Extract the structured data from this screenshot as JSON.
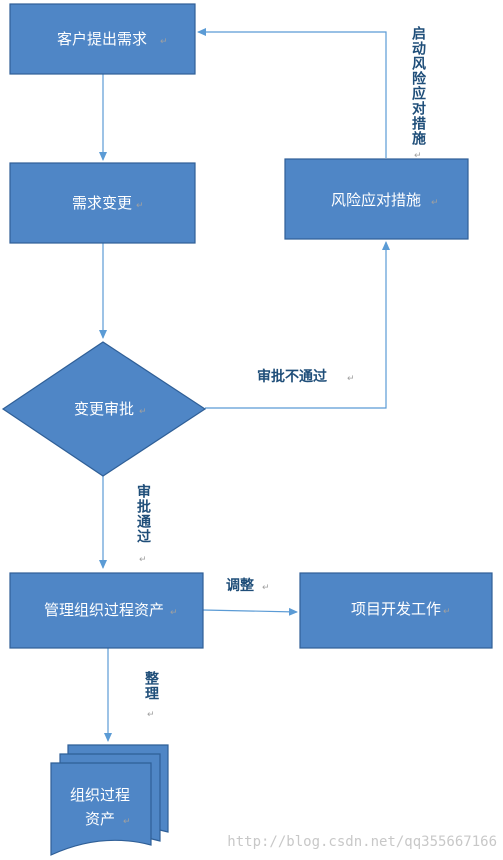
{
  "colors": {
    "node_fill": "#4f86c6",
    "node_stroke": "#2f5f97",
    "edge": "#5b9bd5",
    "label": "#1f4e79",
    "watermark": "#c8c8c8"
  },
  "nodes": {
    "customer_request": "客户提出需求",
    "requirement_change": "需求变更",
    "change_approval": "变更审批",
    "risk_response": "风险应对措施",
    "manage_assets": "管理组织过程资产",
    "project_dev": "项目开发工作",
    "org_assets_line1": "组织过程",
    "org_assets_line2": "资产"
  },
  "edge_labels": {
    "rejected": "审批不通过",
    "approved": "审批通过",
    "adjust": "调整",
    "organize": "整理",
    "response": "启动风险应对措施"
  },
  "paragraph_mark": "↵",
  "watermark": "http://blog.csdn.net/qq355667166"
}
